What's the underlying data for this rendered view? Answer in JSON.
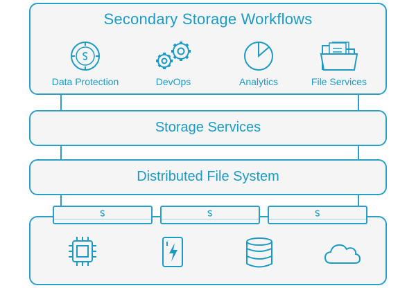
{
  "workflows": {
    "title": "Secondary Storage Workflows",
    "items": [
      {
        "label": "Data Protection",
        "icon": "stopwatch-icon"
      },
      {
        "label": "DevOps",
        "icon": "gears-icon"
      },
      {
        "label": "Analytics",
        "icon": "pie-chart-icon"
      },
      {
        "label": "File Services",
        "icon": "folder-icon"
      }
    ]
  },
  "layers": {
    "storage_services": "Storage Services",
    "distributed_file_system": "Distributed File System"
  },
  "infrastructure": {
    "items": [
      {
        "icon": "cpu-chip-icon"
      },
      {
        "icon": "flash-storage-icon"
      },
      {
        "icon": "database-icon"
      },
      {
        "icon": "cloud-icon"
      }
    ]
  },
  "colors": {
    "accent": "#1b9bc4",
    "border": "#2a9ec7",
    "fill": "#f5f5f5"
  }
}
